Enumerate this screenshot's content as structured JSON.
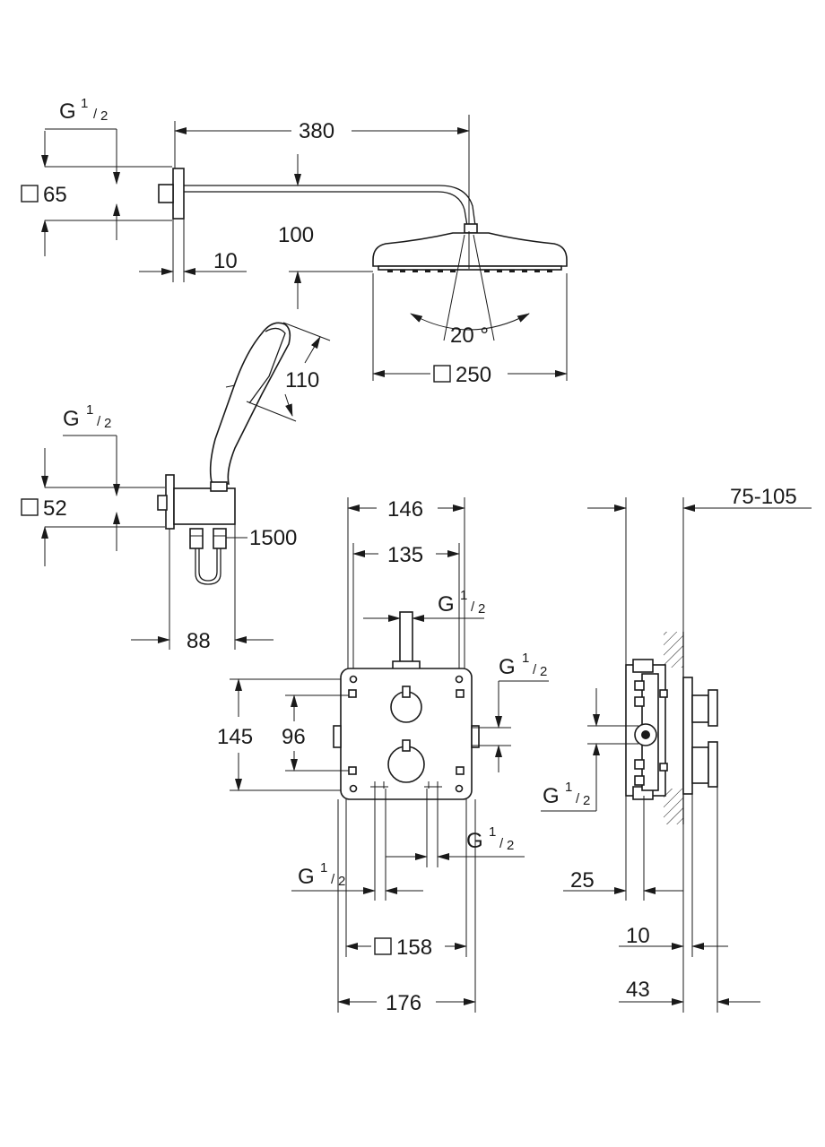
{
  "dimensions": {
    "arm_length": "380",
    "head_thread_g": "G",
    "head_thread_num": "1",
    "head_thread_den": "2",
    "head_flange": "65",
    "arm_drop": "100",
    "flange_depth": "10",
    "spray_angle": "20 °",
    "head_size": "250",
    "hand_spray": "110",
    "hand_thread_g": "G",
    "hand_thread_num": "1",
    "hand_thread_den": "2",
    "hand_flange": "52",
    "hose_length": "1500",
    "hand_projection": "88",
    "box_width": "146",
    "box_inner_width": "135",
    "top_thread_g": "G",
    "top_thread_num": "1",
    "top_thread_den": "2",
    "side_thread_g": "G",
    "side_thread_num": "1",
    "side_thread_den": "2",
    "box_height": "145",
    "box_inner_height": "96",
    "bottom_left_thread_g": "G",
    "bottom_left_thread_num": "1",
    "bottom_left_thread_den": "2",
    "bottom_right_thread_g": "G",
    "bottom_right_thread_num": "1",
    "bottom_right_thread_den": "2",
    "plate_size": "158",
    "total_width": "176",
    "install_depth": "75-105",
    "side_view_thread_g": "G",
    "side_view_thread_num": "1",
    "side_view_thread_den": "2",
    "wall_offset": "25",
    "plate_depth": "10",
    "handle_projection": "43"
  }
}
